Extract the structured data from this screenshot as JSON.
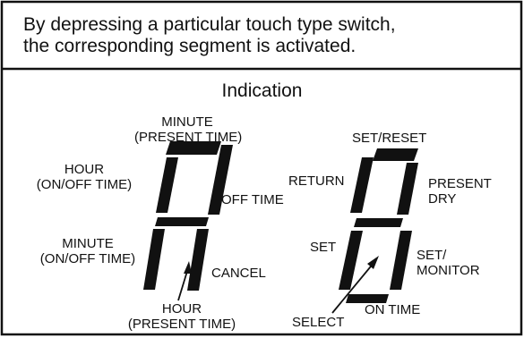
{
  "header": {
    "line1": "By depressing a particular touch type switch,",
    "line2": "the corresponding segment is activated."
  },
  "indication_title": "Indication",
  "left_display": {
    "minute_present_1": "MINUTE",
    "minute_present_2": "(PRESENT TIME)",
    "hour_onoff_1": "HOUR",
    "hour_onoff_2": "(ON/OFF TIME)",
    "off_time": "OFF TIME",
    "minute_onoff_1": "MINUTE",
    "minute_onoff_2": "(ON/OFF TIME)",
    "cancel": "CANCEL",
    "hour_present_1": "HOUR",
    "hour_present_2": "(PRESENT TIME)"
  },
  "right_display": {
    "set_reset": "SET/RESET",
    "return": "RETURN",
    "present": "PRESENT",
    "dry": "DRY",
    "set": "SET",
    "set_monitor_1": "SET/",
    "set_monitor_2": "MONITOR",
    "on_time": "ON TIME",
    "select": "SELECT"
  }
}
